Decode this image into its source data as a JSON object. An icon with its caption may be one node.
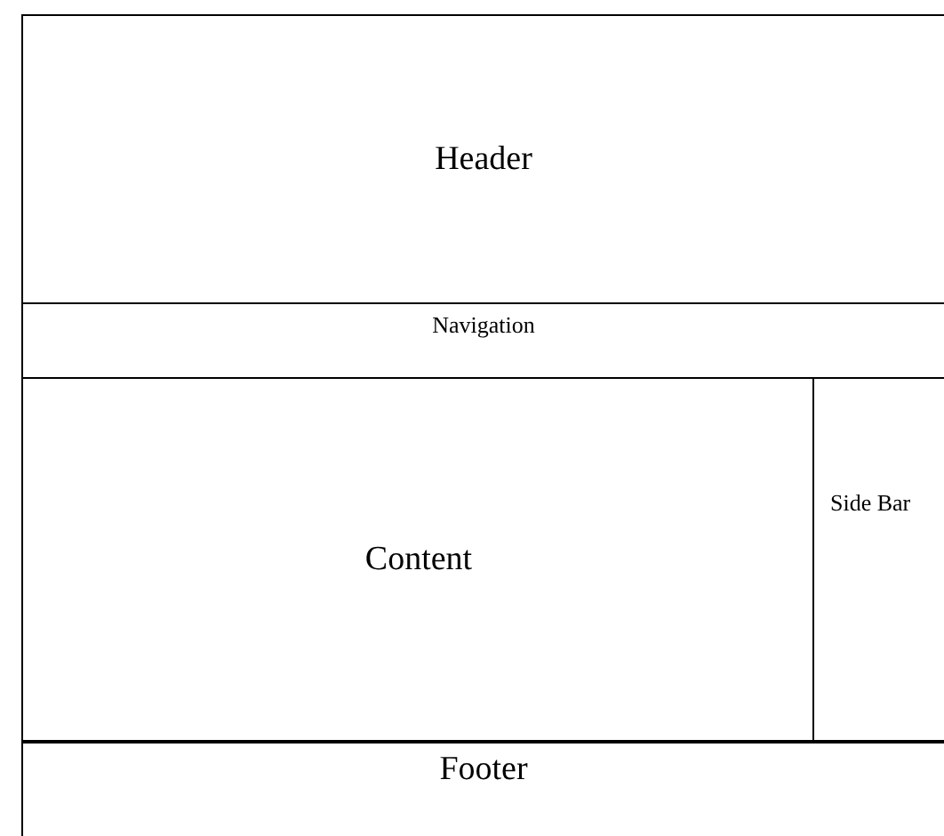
{
  "diagram": {
    "nodes": [
      {
        "text": [
          "Header"
        ]
      },
      {
        "text": [
          "Navigation"
        ]
      },
      {
        "text": [
          "Content"
        ]
      },
      {
        "text": [
          "Side Bar"
        ]
      },
      {
        "text": [
          "Footer"
        ]
      }
    ]
  }
}
